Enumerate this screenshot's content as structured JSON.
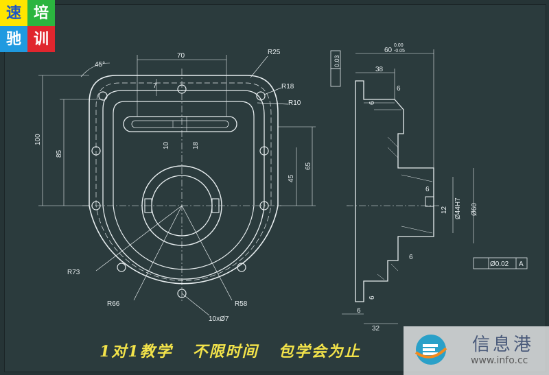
{
  "logo": {
    "c1": "速",
    "c2": "培",
    "c3": "驰",
    "c4": "训"
  },
  "dims": {
    "angle45": "45°",
    "w70": "70",
    "r25": "R25",
    "r18": "R18",
    "r10": "R10",
    "d7": "7",
    "h100": "100",
    "h85": "85",
    "d10": "10",
    "d18": "18",
    "h65": "65",
    "h45": "45",
    "r73": "R73",
    "r66": "R66",
    "r58": "R58",
    "holes": "10xØ7"
  },
  "side": {
    "flat": "0.03",
    "w60": "60",
    "tolU": "0.00",
    "tolL": "-0.05",
    "w38": "38",
    "s6a": "6",
    "s6b": "6",
    "s6c": "6",
    "s12": "12",
    "d44": "Ø44H7",
    "d60": "Ø60",
    "s6d": "6",
    "s6e": "6",
    "s6f": "6",
    "w32": "32",
    "gdt_tol": "Ø0.02",
    "gdt_ref": "A"
  },
  "slogan": "1对1教学   不限时间   包学会为止",
  "watermark": {
    "cn": "信息港",
    "url": "www.info.cc"
  },
  "colors": {
    "line": "#e8eef0",
    "bg": "#2b3b3d",
    "accent": "#f3e34a"
  }
}
